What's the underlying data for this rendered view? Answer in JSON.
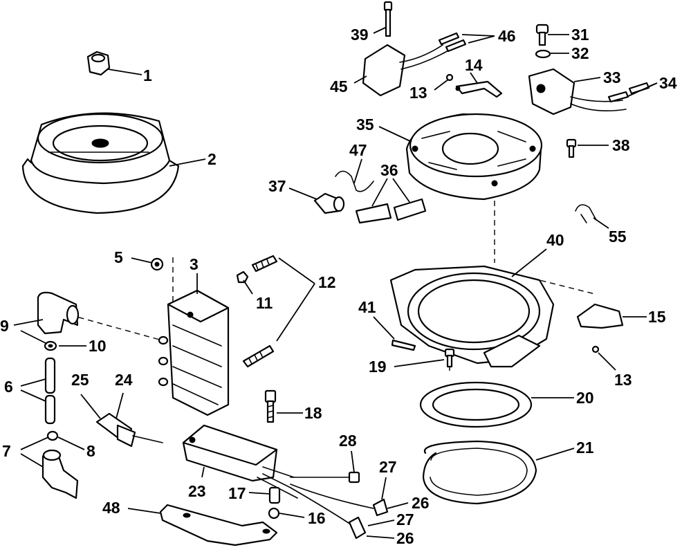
{
  "callouts": {
    "c1": "1",
    "c2": "2",
    "c3": "3",
    "c5": "5",
    "c6": "6",
    "c7": "7",
    "c8": "8",
    "c9": "9",
    "c10": "10",
    "c11": "11",
    "c12": "12",
    "c13a": "13",
    "c13b": "13",
    "c14": "14",
    "c15": "15",
    "c16": "16",
    "c17": "17",
    "c18": "18",
    "c19": "19",
    "c20": "20",
    "c21": "21",
    "c23": "23",
    "c24": "24",
    "c25": "25",
    "c26a": "26",
    "c26b": "26",
    "c27a": "27",
    "c27b": "27",
    "c28": "28",
    "c31": "31",
    "c32": "32",
    "c33": "33",
    "c34": "34",
    "c35": "35",
    "c36": "36",
    "c37": "37",
    "c38": "38",
    "c39": "39",
    "c40": "40",
    "c41": "41",
    "c45": "45",
    "c46": "46",
    "c47": "47",
    "c48": "48",
    "c55": "55"
  }
}
